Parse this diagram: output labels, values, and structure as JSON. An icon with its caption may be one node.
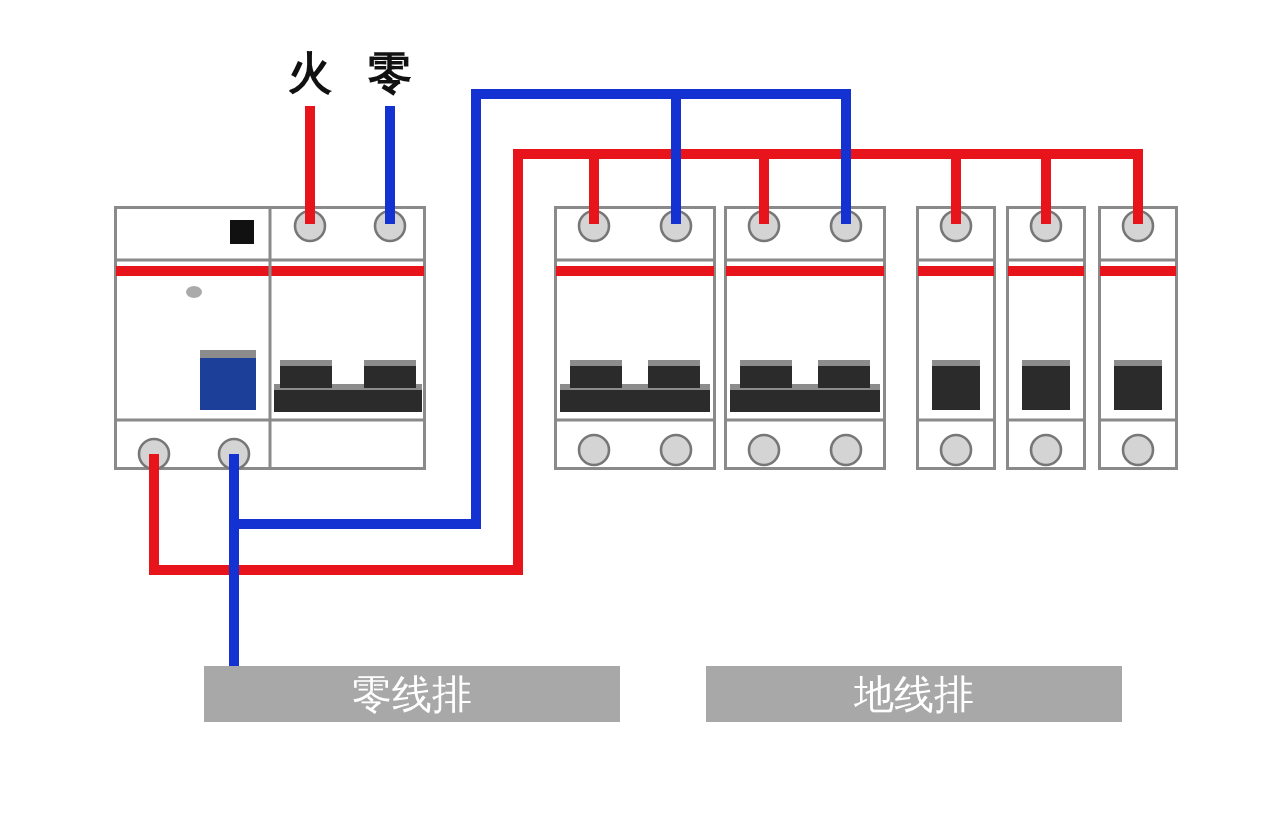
{
  "diagram": {
    "nodes": [
      {
        "text": [
          "火"
        ]
      },
      {
        "text": [
          "零"
        ]
      },
      {
        "text": [],
        "shape": "box"
      },
      {
        "text": [],
        "shape": "box"
      },
      {
        "text": [],
        "shape": "box"
      },
      {
        "text": [],
        "shape": "box"
      },
      {
        "text": [],
        "shape": "box"
      },
      {
        "text": [],
        "shape": "box"
      },
      {
        "text": [
          "零线排"
        ]
      },
      {
        "text": [
          "地线排"
        ]
      }
    ],
    "edges": [
      {
        "from": 0,
        "to": 2,
        "arrow": "none"
      },
      {
        "from": 1,
        "to": 2,
        "arrow": "none",
        "color": "#1432d2"
      },
      {
        "from": 2,
        "to": 8,
        "arrow": "none",
        "color": "#1432d2"
      },
      {
        "from": 2,
        "to": 3,
        "arrow": "none",
        "color": "#1432d2"
      },
      {
        "from": 2,
        "to": 4,
        "arrow": "none",
        "color": "#1432d2"
      },
      {
        "from": 2,
        "to": 3,
        "arrow": "none"
      },
      {
        "from": 2,
        "to": 4,
        "arrow": "none"
      },
      {
        "from": 2,
        "to": 5,
        "arrow": "none"
      },
      {
        "from": 2,
        "to": 6,
        "arrow": "none"
      },
      {
        "from": 2,
        "to": 7,
        "arrow": "none"
      }
    ]
  }
}
